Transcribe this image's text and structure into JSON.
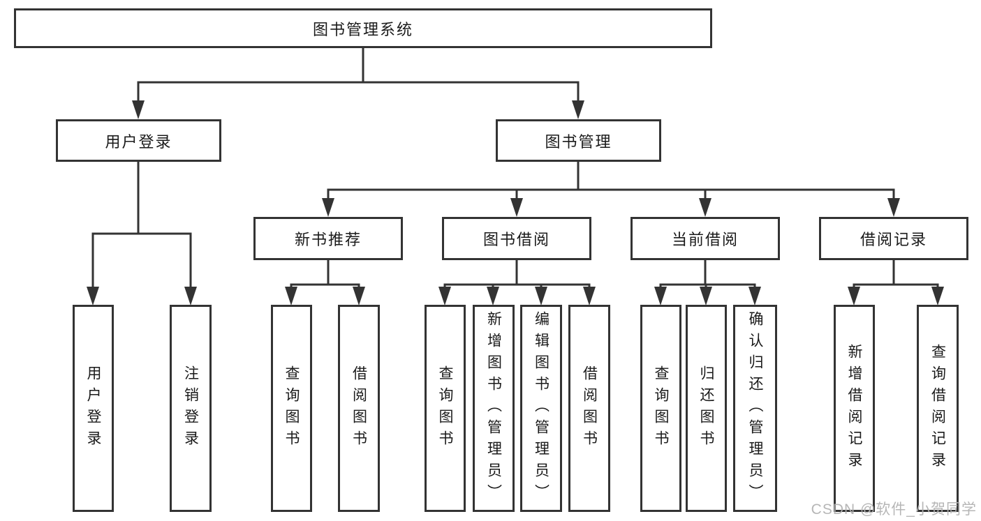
{
  "diagram_type": "tree",
  "tree": {
    "label": "图书管理系统",
    "children": [
      {
        "label": "用户登录",
        "children": [
          {
            "label": "用户登录"
          },
          {
            "label": "注销登录"
          }
        ]
      },
      {
        "label": "图书管理",
        "children": [
          {
            "label": "新书推荐",
            "children": [
              {
                "label": "查询图书"
              },
              {
                "label": "借阅图书"
              }
            ]
          },
          {
            "label": "图书借阅",
            "children": [
              {
                "label": "查询图书"
              },
              {
                "label": "新增图书（管理员）"
              },
              {
                "label": "编辑图书（管理员）"
              },
              {
                "label": "借阅图书"
              }
            ]
          },
          {
            "label": "当前借阅",
            "children": [
              {
                "label": "查询图书"
              },
              {
                "label": "归还图书"
              },
              {
                "label": "确认归还（管理员）"
              }
            ]
          },
          {
            "label": "借阅记录",
            "children": [
              {
                "label": "新增借阅记录"
              },
              {
                "label": "查询借阅记录"
              }
            ]
          }
        ]
      }
    ]
  },
  "watermark": "CSDN @软件_小贺同学",
  "colors": {
    "line": "#333333",
    "box_border": "#333333",
    "text": "#1a1a1a",
    "watermark": "#b3b3b3",
    "background": "#ffffff"
  }
}
